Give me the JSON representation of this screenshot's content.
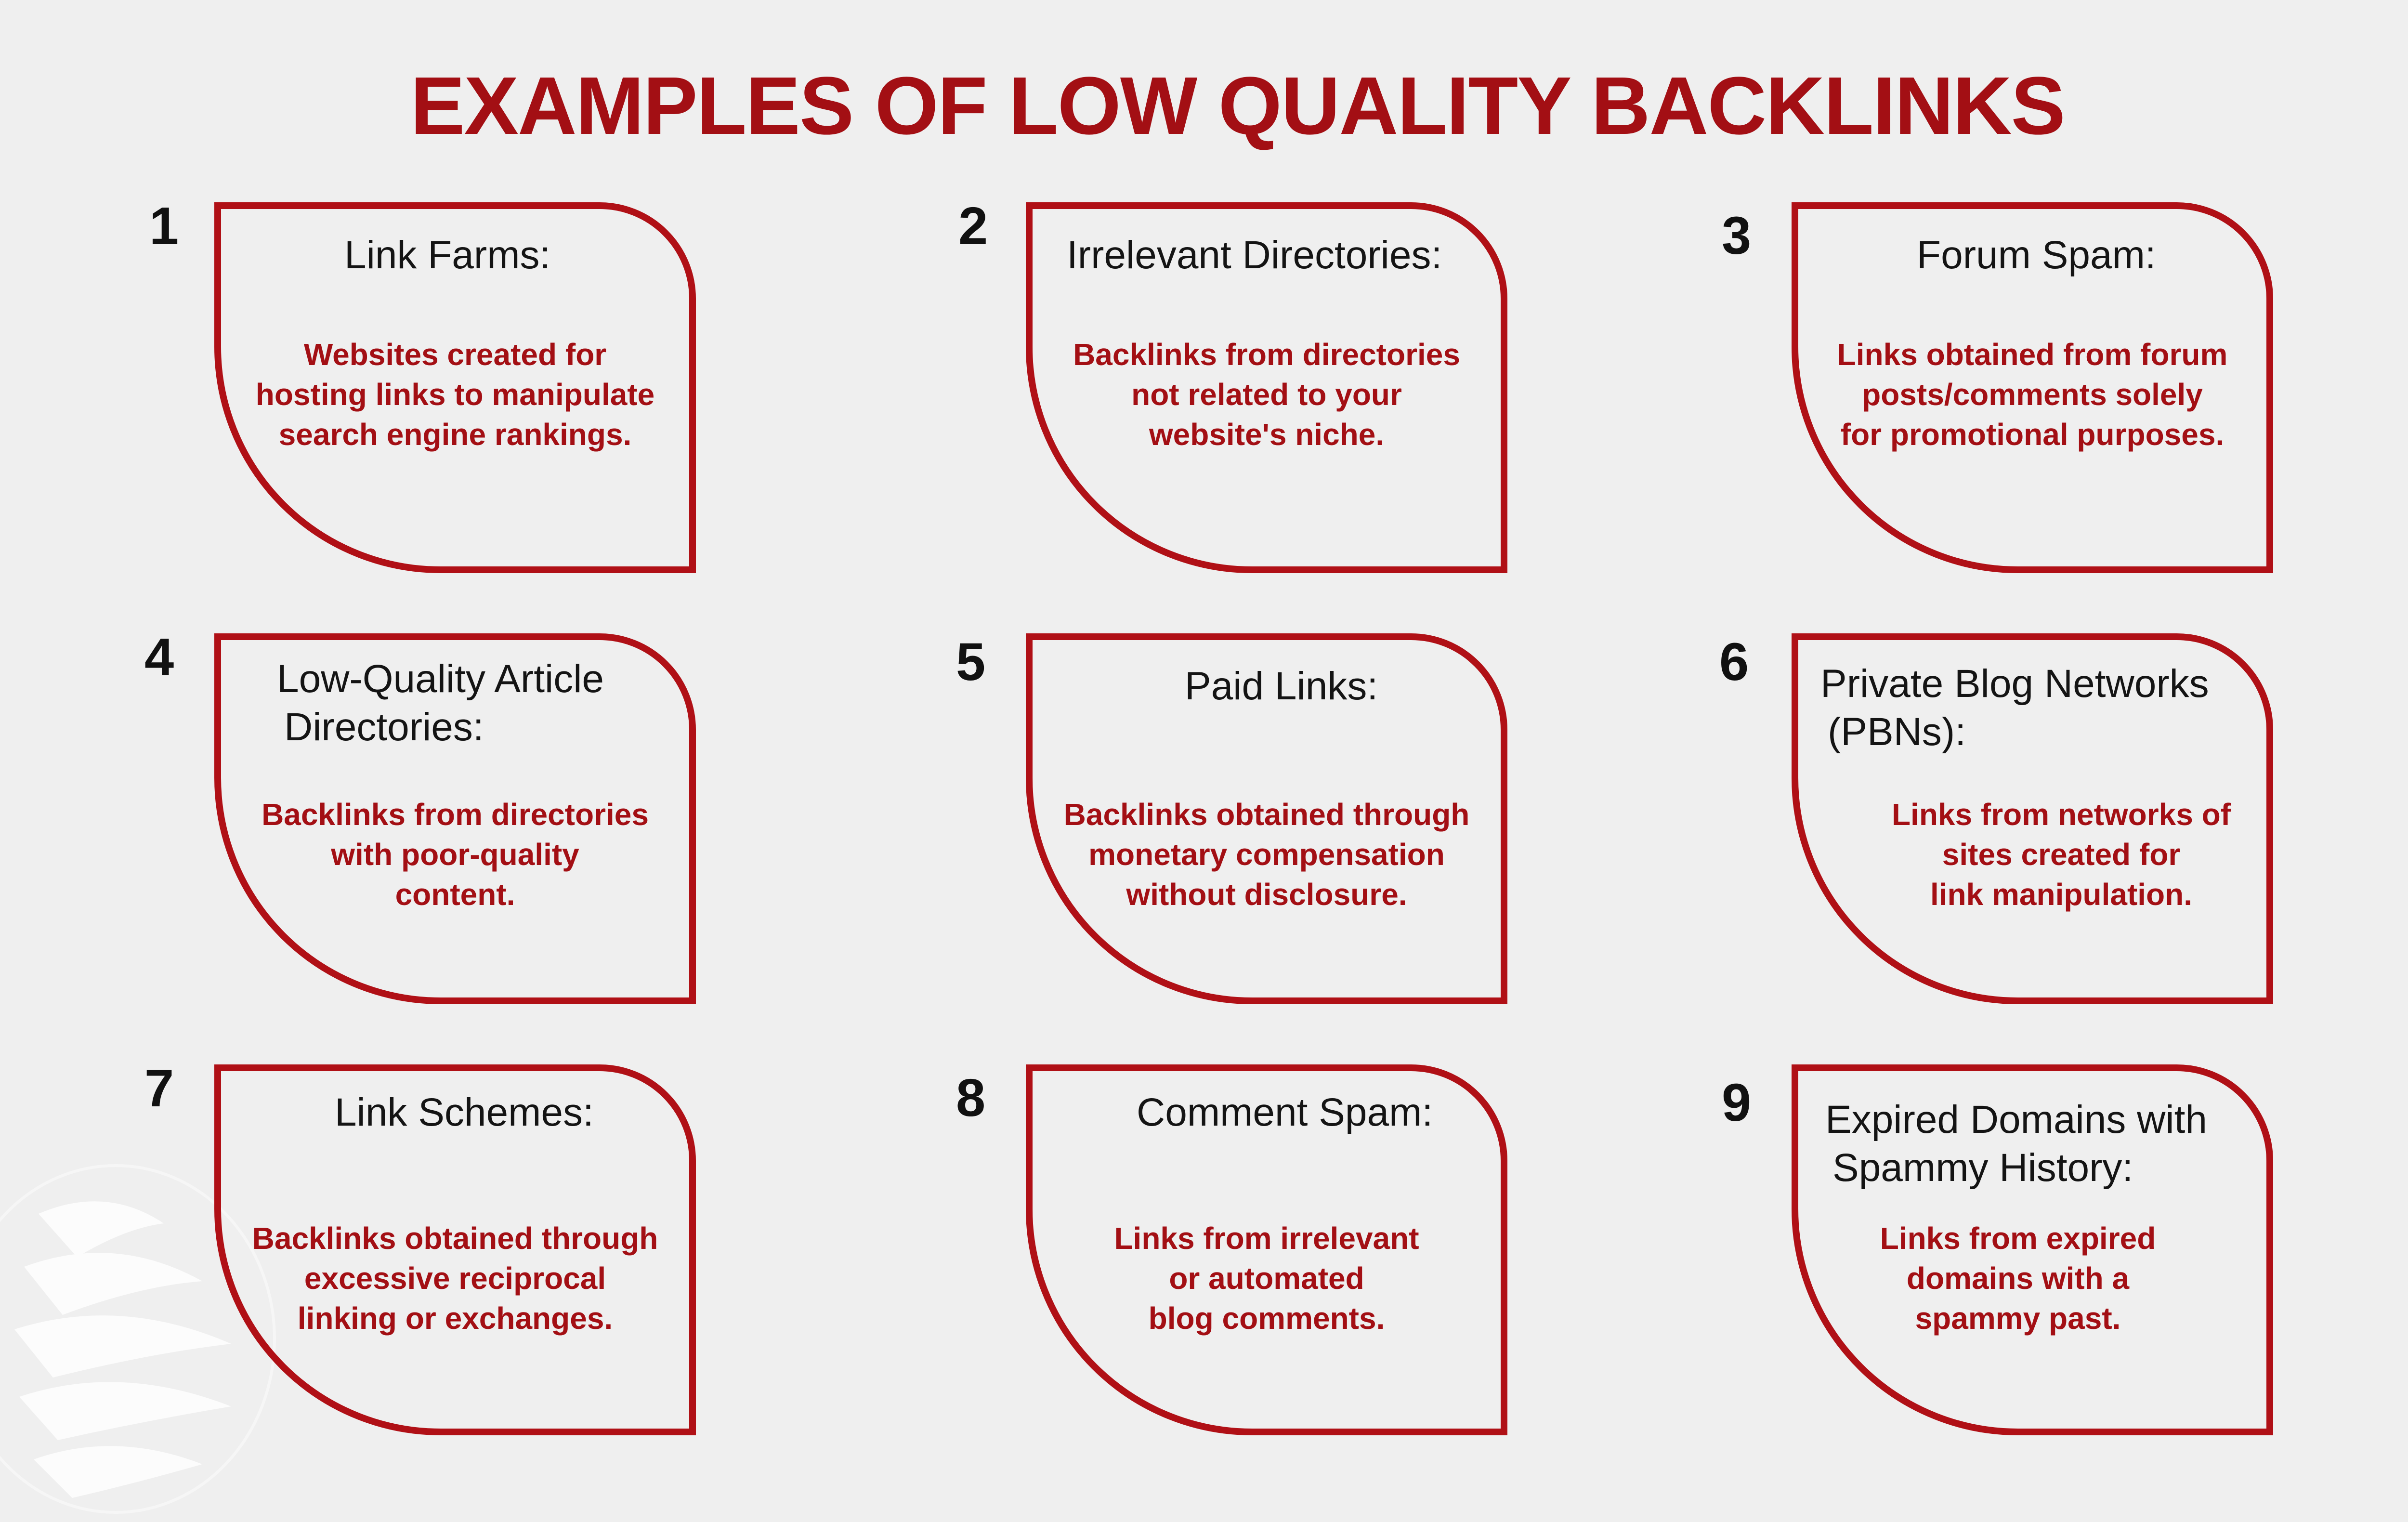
{
  "title": "EXAMPLES OF LOW QUALITY BACKLINKS",
  "colors": {
    "accent": "#a30f14",
    "frame": "#b01016",
    "background": "#efefef",
    "heading_text": "#141414"
  },
  "cards": [
    {
      "number": "1",
      "title_lines": [
        "Link Farms:"
      ],
      "desc_lines": [
        "Websites created for",
        "hosting links to manipulate",
        "search engine rankings."
      ]
    },
    {
      "number": "2",
      "title_lines": [
        "Irrelevant Directories:"
      ],
      "desc_lines": [
        "Backlinks from directories",
        "not related to your",
        "website's niche."
      ]
    },
    {
      "number": "3",
      "title_lines": [
        "Forum Spam:"
      ],
      "desc_lines": [
        "Links obtained from forum",
        "posts/comments solely",
        "for promotional purposes."
      ]
    },
    {
      "number": "4",
      "title_lines": [
        "Low-Quality Article",
        "Directories:"
      ],
      "desc_lines": [
        "Backlinks from directories",
        "with poor-quality",
        "content."
      ]
    },
    {
      "number": "5",
      "title_lines": [
        "Paid Links:"
      ],
      "desc_lines": [
        "Backlinks obtained through",
        "monetary compensation",
        "without disclosure."
      ]
    },
    {
      "number": "6",
      "title_lines": [
        "Private Blog Networks",
        "(PBNs):"
      ],
      "desc_lines": [
        "Links from networks of",
        "sites created for",
        "link manipulation."
      ]
    },
    {
      "number": "7",
      "title_lines": [
        "Link Schemes:"
      ],
      "desc_lines": [
        "Backlinks obtained through",
        "excessive reciprocal",
        "linking or exchanges."
      ]
    },
    {
      "number": "8",
      "title_lines": [
        "Comment Spam:"
      ],
      "desc_lines": [
        "Links from irrelevant",
        "or automated",
        "blog comments."
      ]
    },
    {
      "number": "9",
      "title_lines": [
        "Expired Domains with",
        "Spammy History:"
      ],
      "desc_lines": [
        "Links from expired",
        "domains with a",
        "spammy past."
      ]
    }
  ]
}
